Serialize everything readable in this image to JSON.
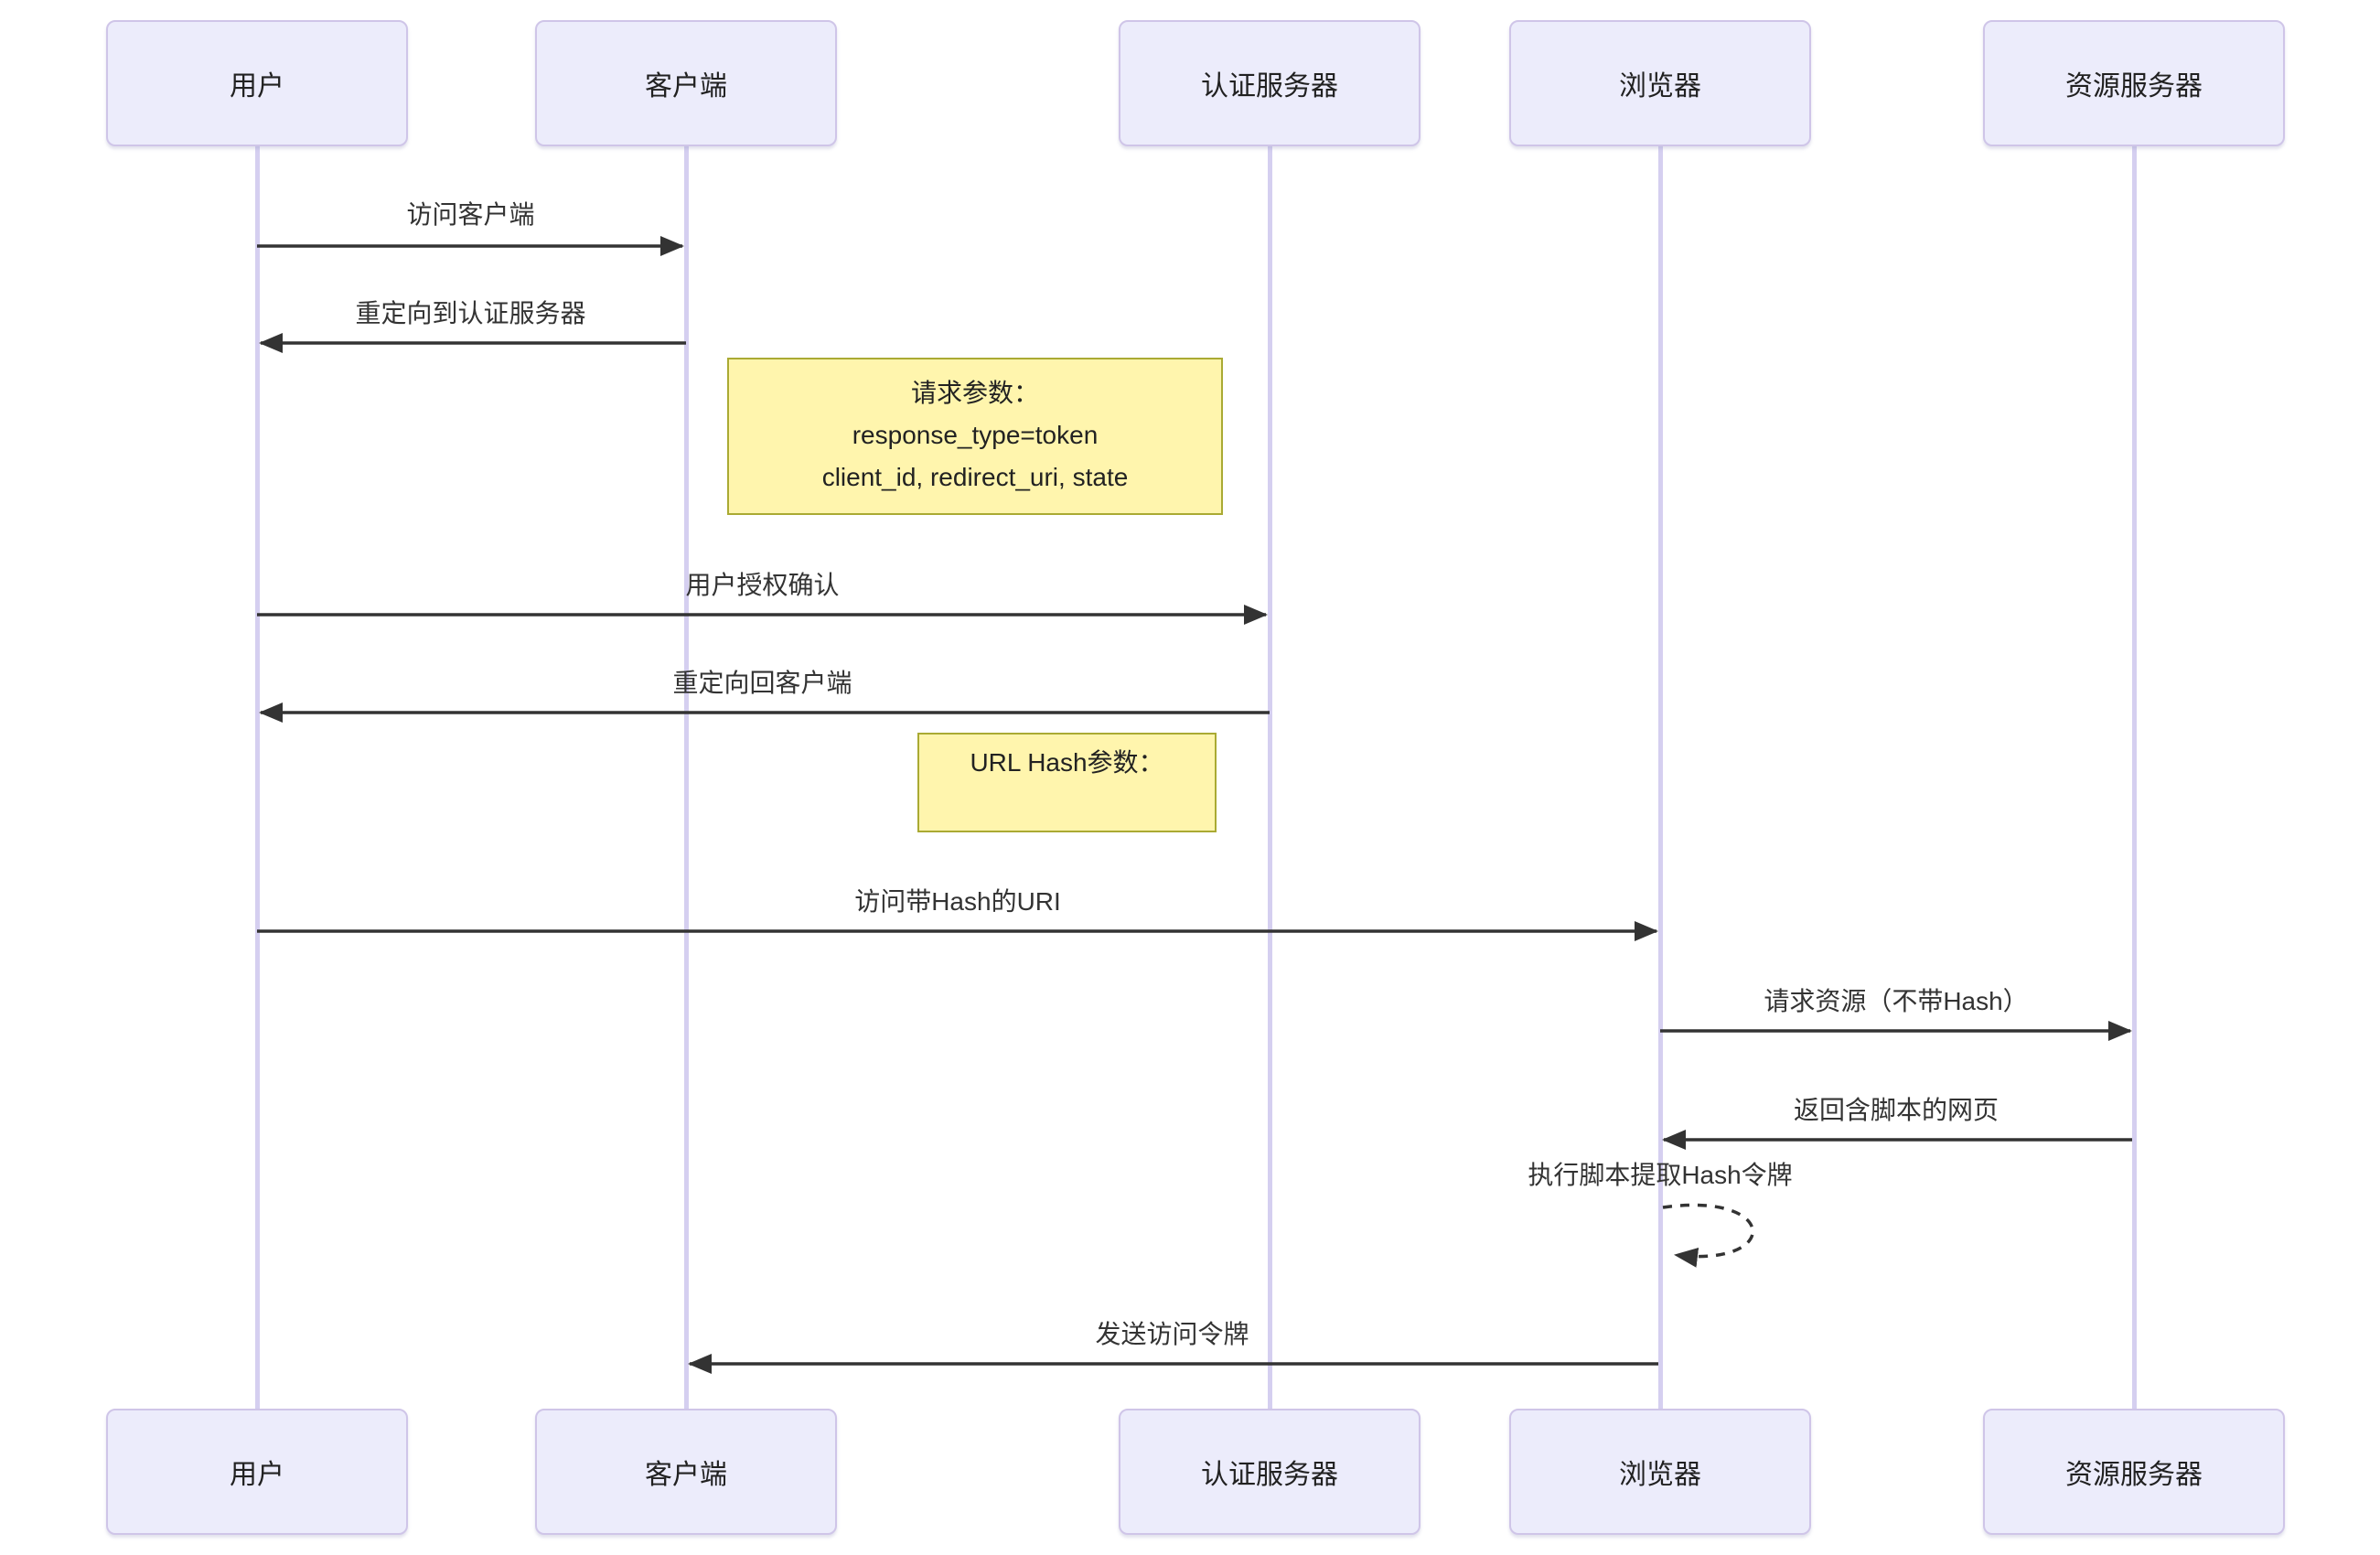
{
  "colors": {
    "actor_fill": "#ececfb",
    "actor_border": "#cfc5e8",
    "lifeline": "#d5cff0",
    "note_fill": "#fff5ad",
    "note_border": "#aaaa33",
    "arrow": "#333333",
    "text": "#212121"
  },
  "actors": [
    {
      "label": "用户"
    },
    {
      "label": "客户端"
    },
    {
      "label": "认证服务器"
    },
    {
      "label": "浏览器"
    },
    {
      "label": "资源服务器"
    }
  ],
  "messages": [
    {
      "label": "访问客户端",
      "from": "用户",
      "to": "客户端",
      "line": "solid"
    },
    {
      "label": "重定向到认证服务器",
      "from": "客户端",
      "to": "用户",
      "line": "solid"
    },
    {
      "label": "用户授权确认",
      "from": "用户",
      "to": "认证服务器",
      "line": "solid"
    },
    {
      "label": "重定向回客户端",
      "from": "认证服务器",
      "to": "用户",
      "line": "solid"
    },
    {
      "label": "访问带Hash的URI",
      "from": "用户",
      "to": "浏览器",
      "line": "solid"
    },
    {
      "label": "请求资源（不带Hash）",
      "from": "浏览器",
      "to": "资源服务器",
      "line": "solid"
    },
    {
      "label": "返回含脚本的网页",
      "from": "资源服务器",
      "to": "浏览器",
      "line": "solid"
    },
    {
      "label": "执行脚本提取Hash令牌",
      "from": "浏览器",
      "to": "浏览器",
      "line": "dashed-self-loop"
    },
    {
      "label": "发送访问令牌",
      "from": "浏览器",
      "to": "客户端",
      "line": "solid"
    }
  ],
  "notes": [
    {
      "text": "请求参数：\nresponse_type=token\nclient_id, redirect_uri, state",
      "position": "between 客户端 and 认证服务器"
    },
    {
      "text": "URL Hash参数：",
      "position": "left of 认证服务器"
    }
  ]
}
